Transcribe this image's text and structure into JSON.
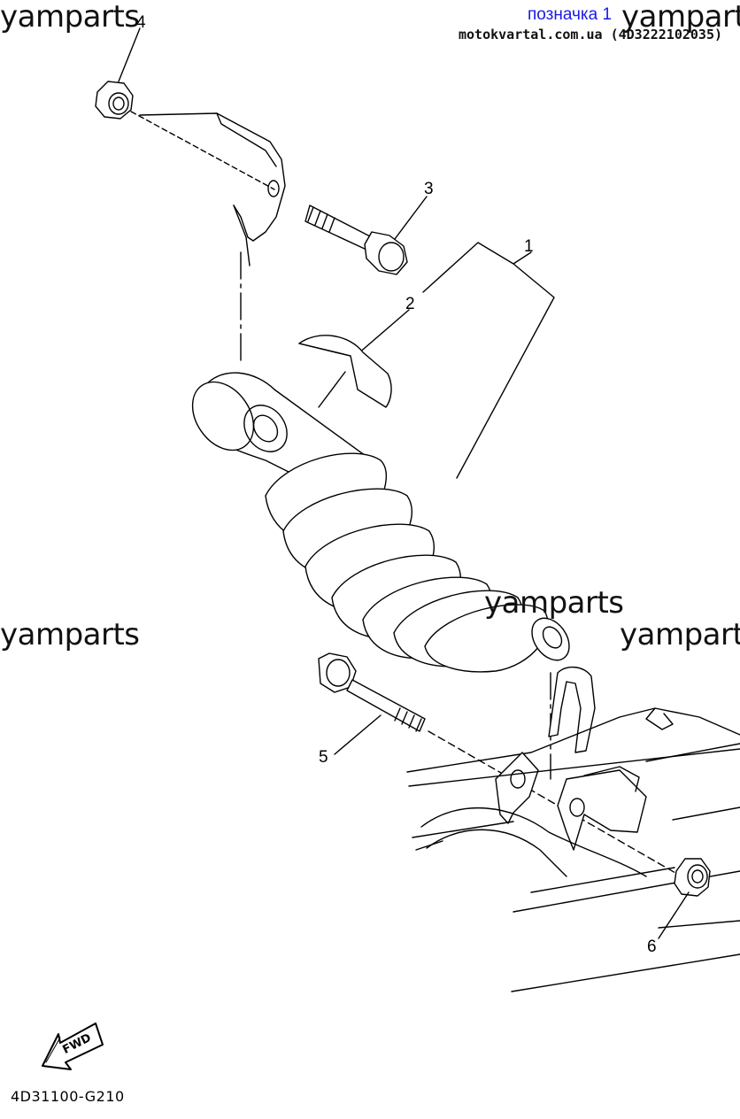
{
  "header": {
    "link_label": "позначка 1",
    "site_and_code": "motokvartal.com.ua (4D3222102035)"
  },
  "watermarks": [
    "yamparts",
    "yamparts",
    "yamparts",
    "yampart",
    "yampart"
  ],
  "callouts": [
    "1",
    "2",
    "3",
    "4",
    "5",
    "6"
  ],
  "direction_label": "FWD",
  "diagram_code": "4D31100-G210"
}
